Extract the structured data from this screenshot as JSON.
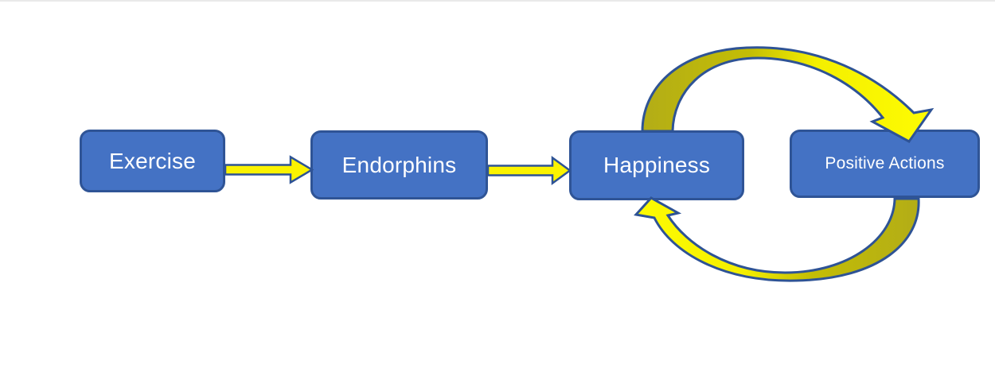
{
  "page": {
    "background_color": "#ffffff",
    "top_edge_line_color": "#e9e9e9"
  },
  "diagram": {
    "type": "flowchart",
    "nodes": [
      {
        "id": "exercise",
        "label": "Exercise"
      },
      {
        "id": "endorphins",
        "label": "Endorphins"
      },
      {
        "id": "happiness",
        "label": "Happiness"
      },
      {
        "id": "positive-actions",
        "label": "Positive Actions"
      }
    ],
    "edges": [
      {
        "from": "Exercise",
        "to": "Endorphins",
        "style": "straight-block-arrow"
      },
      {
        "from": "Endorphins",
        "to": "Happiness",
        "style": "straight-block-arrow"
      },
      {
        "from": "Happiness",
        "to": "Positive Actions",
        "style": "curved-arrow-over-top"
      },
      {
        "from": "Positive Actions",
        "to": "Happiness",
        "style": "curved-arrow-under-bottom"
      }
    ],
    "colors": {
      "node_fill": "#4472c4",
      "node_border": "#2f5496",
      "node_text": "#ffffff",
      "arrow_fill_yellow": "#fbf300",
      "arrow_fill_olive": "#beb80f",
      "arrow_outline": "#2e5395"
    }
  }
}
